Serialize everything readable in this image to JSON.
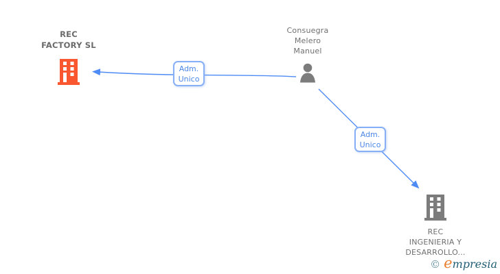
{
  "diagram": {
    "company_left": {
      "name_lines": [
        "REC",
        "FACTORY SL"
      ]
    },
    "person": {
      "name_lines": [
        "Consuegra",
        "Melero",
        "Manuel"
      ]
    },
    "company_right": {
      "name_lines": [
        "REC",
        "INGENIERIA Y",
        "DESARROLLO..."
      ]
    },
    "edge_left": {
      "label_lines": [
        "Adm.",
        "Unico"
      ]
    },
    "edge_right": {
      "label_lines": [
        "Adm.",
        "Unico"
      ]
    },
    "colors": {
      "company_left_icon": "#F8572F",
      "company_right_icon": "#7C7C7C",
      "person_icon": "#7C7C7C",
      "edge": "#4E8BF5",
      "edge_label_border": "#86AFF5",
      "edge_label_text": "#4B87E8",
      "node_label_text": "#6F6F6F"
    }
  },
  "footer": {
    "copyright_symbol": "©",
    "brand_first_letter": "e",
    "brand_rest": "mpresia"
  }
}
